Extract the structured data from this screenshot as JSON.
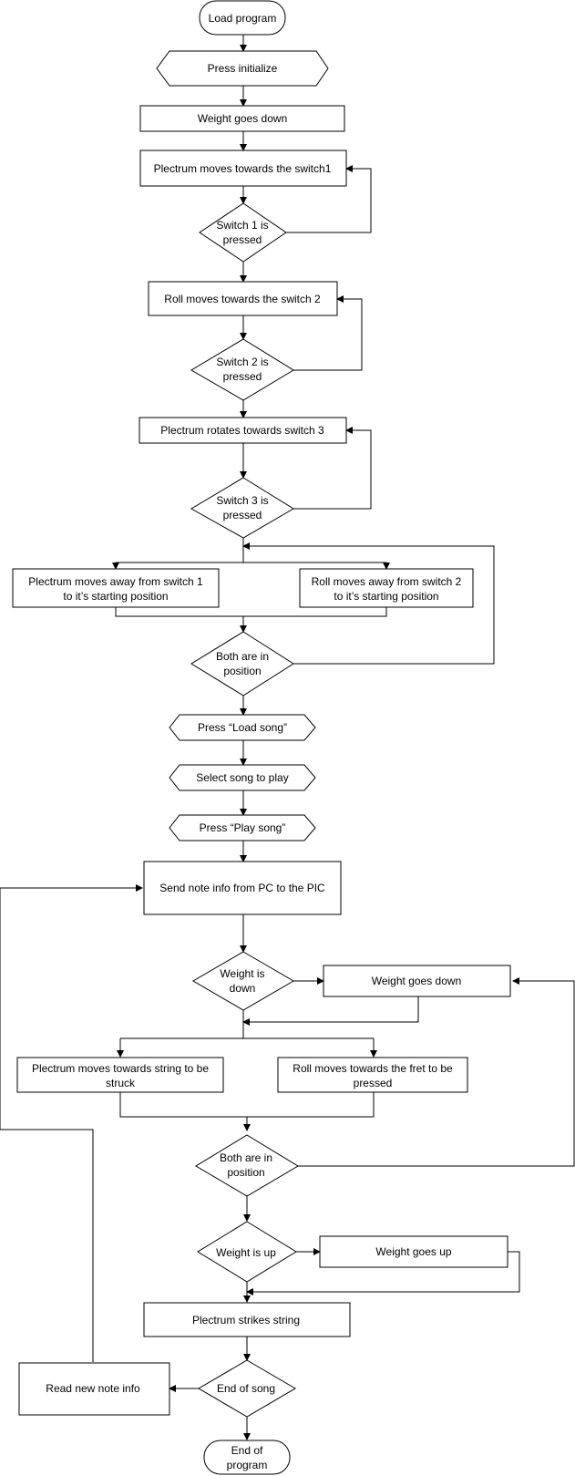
{
  "nodes": {
    "load_program": "Load program",
    "press_initialize": "Press initialize",
    "weight_down_1": "Weight goes down",
    "plectrum_switch1": "Plectrum moves towards the switch1",
    "switch1_pressed": [
      "Switch 1 is",
      "pressed"
    ],
    "roll_switch2": "Roll moves towards the switch 2",
    "switch2_pressed": [
      "Switch 2 is",
      "pressed"
    ],
    "plectrum_rotates": "Plectrum rotates towards switch 3",
    "switch3_pressed": [
      "Switch 3 is",
      "pressed"
    ],
    "plectrum_away": [
      "Plectrum moves away from switch 1",
      "to it’s starting position"
    ],
    "roll_away": [
      "Roll moves away from switch 2",
      "to it’s starting position"
    ],
    "both_position_1": [
      "Both are in",
      "position"
    ],
    "press_load_song": "Press “Load song”",
    "select_song": "Select song to play",
    "press_play_song": "Press “Play song”",
    "send_note": "Send note info from PC to the PIC",
    "weight_is_down": [
      "Weight is",
      "down"
    ],
    "weight_down_2": "Weight goes down",
    "plectrum_string": [
      "Plectrum moves towards string to be",
      "struck"
    ],
    "roll_fret": [
      "Roll moves towards the fret to be",
      "pressed"
    ],
    "both_position_2": [
      "Both are in",
      "position"
    ],
    "weight_is_up": "Weight is up",
    "weight_goes_up": "Weight goes up",
    "plectrum_strikes": "Plectrum strikes string",
    "end_of_song": "End of song",
    "read_note": "Read new note info",
    "end_program": [
      "End of",
      "program"
    ]
  }
}
